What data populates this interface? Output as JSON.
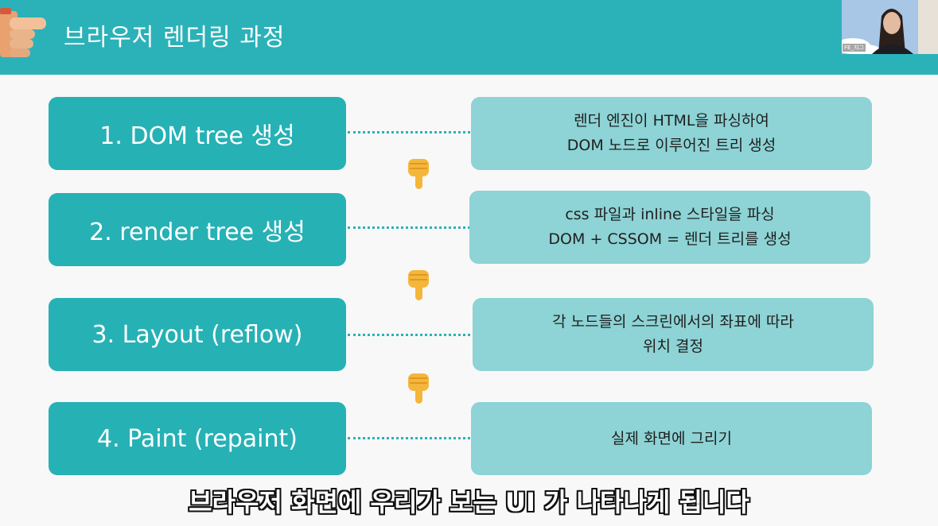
{
  "header": {
    "title": "브라우저 렌더링 과정",
    "hand_icon": "pointing-hand-icon"
  },
  "webcam": {
    "label": "FE_지그"
  },
  "steps": [
    {
      "label": "1. DOM tree 생성",
      "desc": [
        "렌더 엔진이 HTML을 파싱하여",
        "DOM 노드로 이루어진 트리 생성"
      ]
    },
    {
      "label": "2. render tree 생성",
      "desc": [
        "css 파일과 inline 스타일을 파싱",
        "DOM + CSSOM = 렌더 트리를 생성"
      ]
    },
    {
      "label": "3. Layout (reflow)",
      "desc": [
        "각 노드들의 스크린에서의 좌표에 따라",
        "위치 결정"
      ]
    },
    {
      "label": "4. Paint (repaint)",
      "desc": [
        "실제 화면에 그리기"
      ]
    }
  ],
  "arrow_icon": "pointing-down-hand-icon",
  "subtitle": "브라우저 화면에 우리가 보는 UI 가 나타나게 됩니다",
  "colors": {
    "header": "#2bb2b8",
    "step_box": "#26b1b5",
    "desc_box": "#8ed3d5",
    "background": "#f8f8f8"
  }
}
